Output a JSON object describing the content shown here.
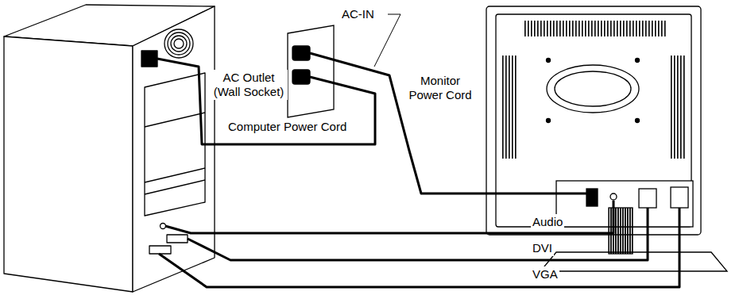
{
  "diagram": {
    "labels": [
      "AC-IN",
      "AC Outlet (Wall Socket)",
      "Computer Power Cord",
      "Monitor Power Cord",
      "Audio",
      "DVI",
      "VGA"
    ]
  }
}
